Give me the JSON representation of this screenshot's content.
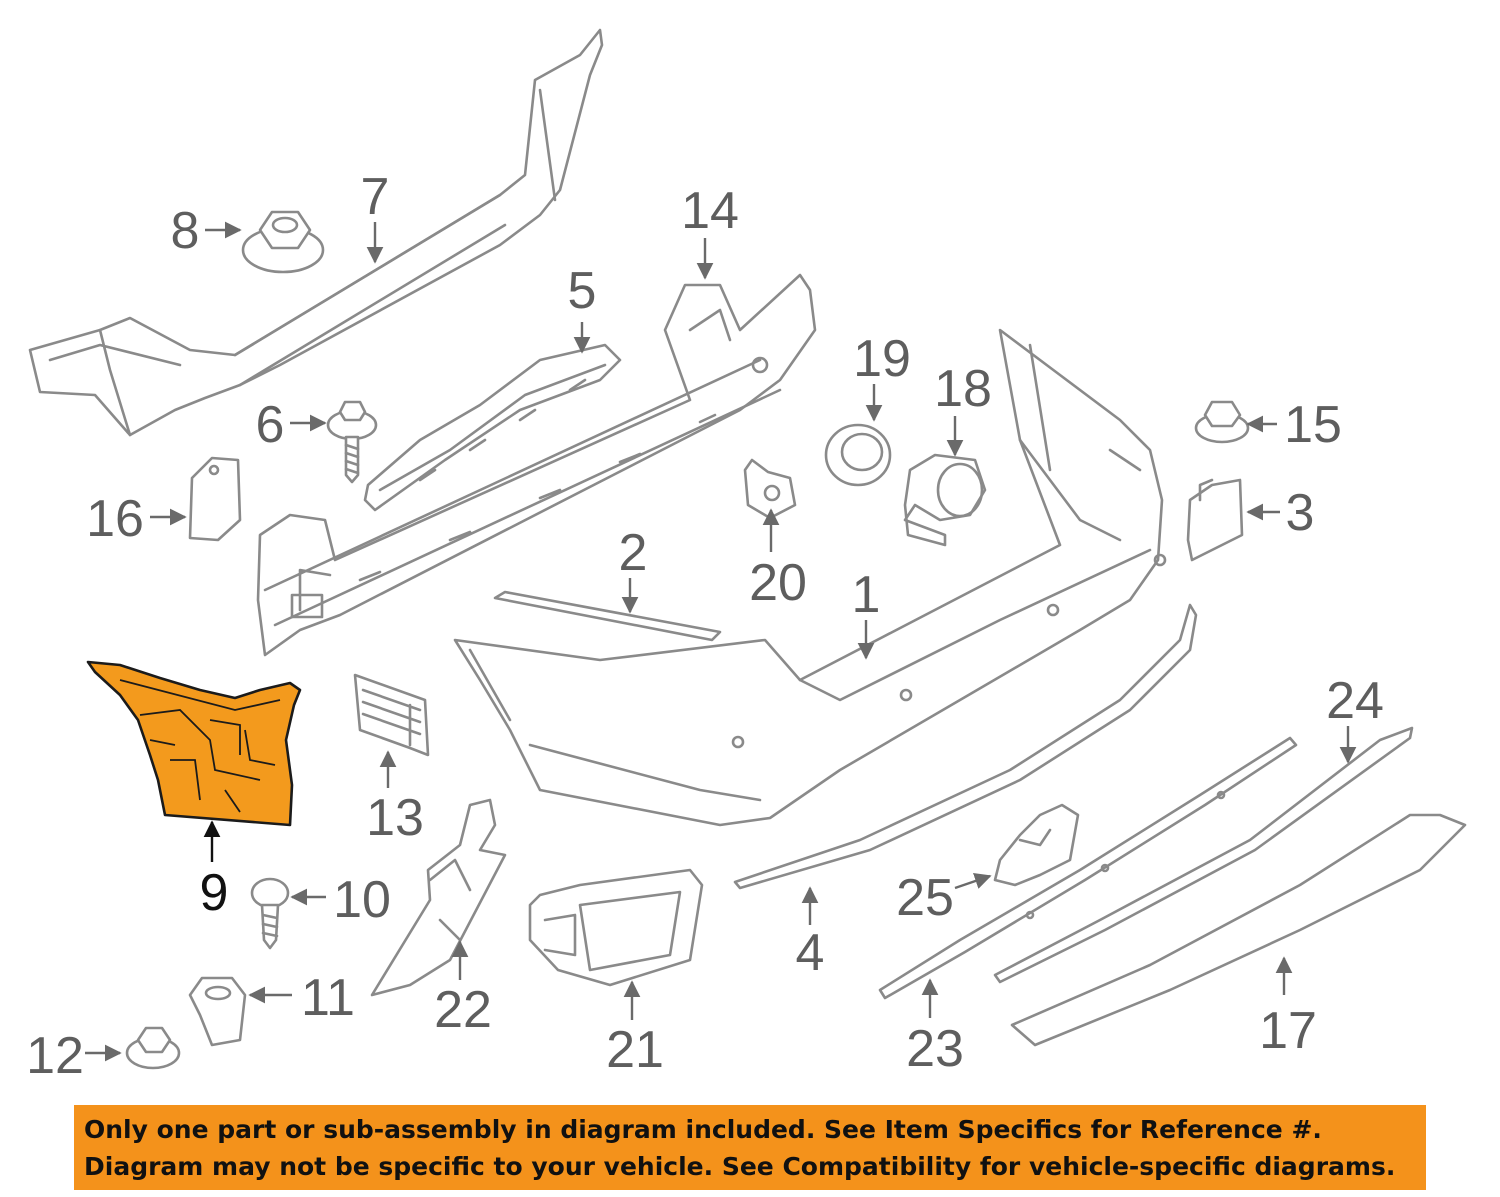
{
  "colors": {
    "highlight_part": "#f39a1d",
    "banner_background": "#f4921b",
    "line_art": "#8a8a8a",
    "label_text": "#5e5e5e"
  },
  "highlighted_callout": "9",
  "callouts": [
    {
      "id": "c1",
      "text": "1",
      "part": "bumper cover"
    },
    {
      "id": "c2",
      "text": "2",
      "part": "upper trim strip"
    },
    {
      "id": "c3",
      "text": "3",
      "part": "side bracket"
    },
    {
      "id": "c4",
      "text": "4",
      "part": "lower molding"
    },
    {
      "id": "c5",
      "text": "5",
      "part": "energy absorber"
    },
    {
      "id": "c6",
      "text": "6",
      "part": "bolt"
    },
    {
      "id": "c7",
      "text": "7",
      "part": "upper reinforcement"
    },
    {
      "id": "c8",
      "text": "8",
      "part": "nut"
    },
    {
      "id": "c9",
      "text": "9",
      "part": "side support bracket"
    },
    {
      "id": "c10",
      "text": "10",
      "part": "screw"
    },
    {
      "id": "c11",
      "text": "11",
      "part": "clip nut"
    },
    {
      "id": "c12",
      "text": "12",
      "part": "nut"
    },
    {
      "id": "c13",
      "text": "13",
      "part": "vent grille"
    },
    {
      "id": "c14",
      "text": "14",
      "part": "impact bar bracket"
    },
    {
      "id": "c15",
      "text": "15",
      "part": "nut"
    },
    {
      "id": "c16",
      "text": "16",
      "part": "plate"
    },
    {
      "id": "c17",
      "text": "17",
      "part": "lower valance"
    },
    {
      "id": "c18",
      "text": "18",
      "part": "park sensor"
    },
    {
      "id": "c19",
      "text": "19",
      "part": "sensor ring"
    },
    {
      "id": "c20",
      "text": "20",
      "part": "sensor bracket"
    },
    {
      "id": "c21",
      "text": "21",
      "part": "control module"
    },
    {
      "id": "c22",
      "text": "22",
      "part": "guide bracket"
    },
    {
      "id": "c23",
      "text": "23",
      "part": "trim strip"
    },
    {
      "id": "c24",
      "text": "24",
      "part": "trim rod"
    },
    {
      "id": "c25",
      "text": "25",
      "part": "connector"
    }
  ],
  "banner": {
    "line1": "Only one part or sub-assembly in diagram included. See Item Specifics for Reference #.",
    "line2": "Diagram may not be specific to your vehicle. See Compatibility for vehicle-specific diagrams."
  }
}
